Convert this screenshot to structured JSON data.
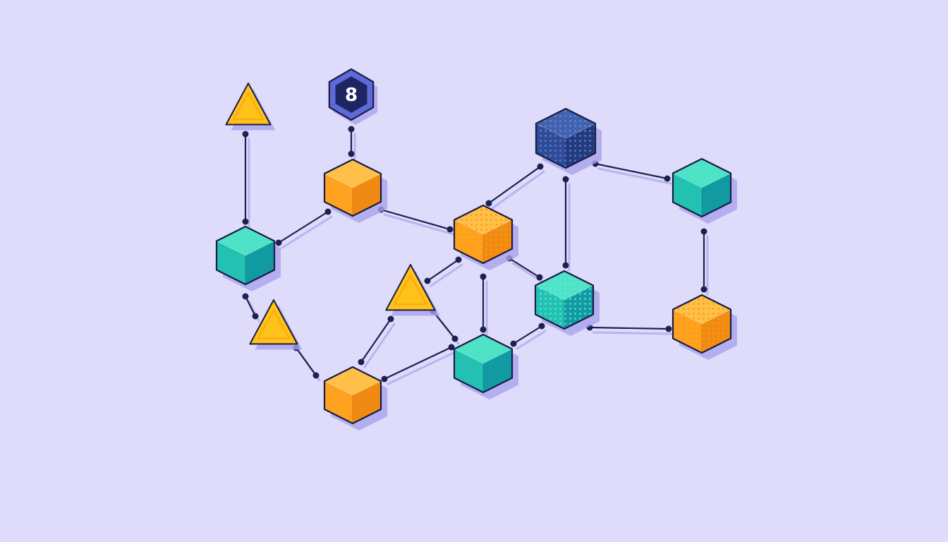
{
  "colors": {
    "background": "#dedcfa",
    "line": "#1d2150",
    "outline": "#1a1d45",
    "shadow": "#a7a3ee",
    "orange": {
      "top": "#ffc04a",
      "left": "#ffa21f",
      "right": "#f08a12"
    },
    "teal": {
      "top": "#4ee3c7",
      "left": "#23c1b2",
      "right": "#129aa3"
    },
    "navy": {
      "top": "#4262b0",
      "left": "#2f4b98",
      "right": "#223a7e"
    },
    "warning": {
      "fill": "#ffc21a",
      "edge": "#f59a0c"
    },
    "badge": {
      "outer": "#5f6ad8",
      "inner": "#1e2662",
      "glyph": "#ffffff"
    }
  },
  "nodes": [
    {
      "id": "warn-top-left",
      "kind": "triangle",
      "color": "warning"
    },
    {
      "id": "badge-top",
      "kind": "hexagon",
      "color": "badge",
      "label": "8"
    },
    {
      "id": "cube-upper-orange",
      "kind": "cube",
      "color": "orange"
    },
    {
      "id": "cube-left-teal",
      "kind": "cube",
      "color": "teal"
    },
    {
      "id": "warn-lower-left",
      "kind": "triangle",
      "color": "warning"
    },
    {
      "id": "cube-bottom-orange",
      "kind": "cube",
      "color": "orange"
    },
    {
      "id": "warn-center",
      "kind": "triangle",
      "color": "warning"
    },
    {
      "id": "cube-center-orange",
      "kind": "cube",
      "color": "orange",
      "texture": true
    },
    {
      "id": "cube-center-teal",
      "kind": "cube",
      "color": "teal"
    },
    {
      "id": "cube-middle-teal",
      "kind": "cube",
      "color": "teal",
      "texture": true
    },
    {
      "id": "cube-top-navy",
      "kind": "cube",
      "color": "navy",
      "texture": true
    },
    {
      "id": "cube-right-teal",
      "kind": "cube",
      "color": "teal"
    },
    {
      "id": "cube-right-orange",
      "kind": "cube",
      "color": "orange",
      "texture": true
    }
  ],
  "edges": [
    [
      "warn-top-left",
      "cube-left-teal"
    ],
    [
      "badge-top",
      "cube-upper-orange"
    ],
    [
      "cube-left-teal",
      "cube-upper-orange"
    ],
    [
      "cube-upper-orange",
      "cube-center-orange"
    ],
    [
      "cube-left-teal",
      "warn-lower-left"
    ],
    [
      "warn-lower-left",
      "cube-bottom-orange"
    ],
    [
      "cube-bottom-orange",
      "warn-center"
    ],
    [
      "cube-bottom-orange",
      "cube-center-teal"
    ],
    [
      "warn-center",
      "cube-center-orange"
    ],
    [
      "warn-center",
      "cube-center-teal"
    ],
    [
      "cube-center-orange",
      "cube-center-teal"
    ],
    [
      "cube-center-orange",
      "cube-middle-teal"
    ],
    [
      "cube-center-orange",
      "cube-top-navy"
    ],
    [
      "cube-center-teal",
      "cube-middle-teal"
    ],
    [
      "cube-top-navy",
      "cube-middle-teal"
    ],
    [
      "cube-top-navy",
      "cube-right-teal"
    ],
    [
      "cube-right-teal",
      "cube-right-orange"
    ],
    [
      "cube-middle-teal",
      "cube-right-orange"
    ]
  ]
}
